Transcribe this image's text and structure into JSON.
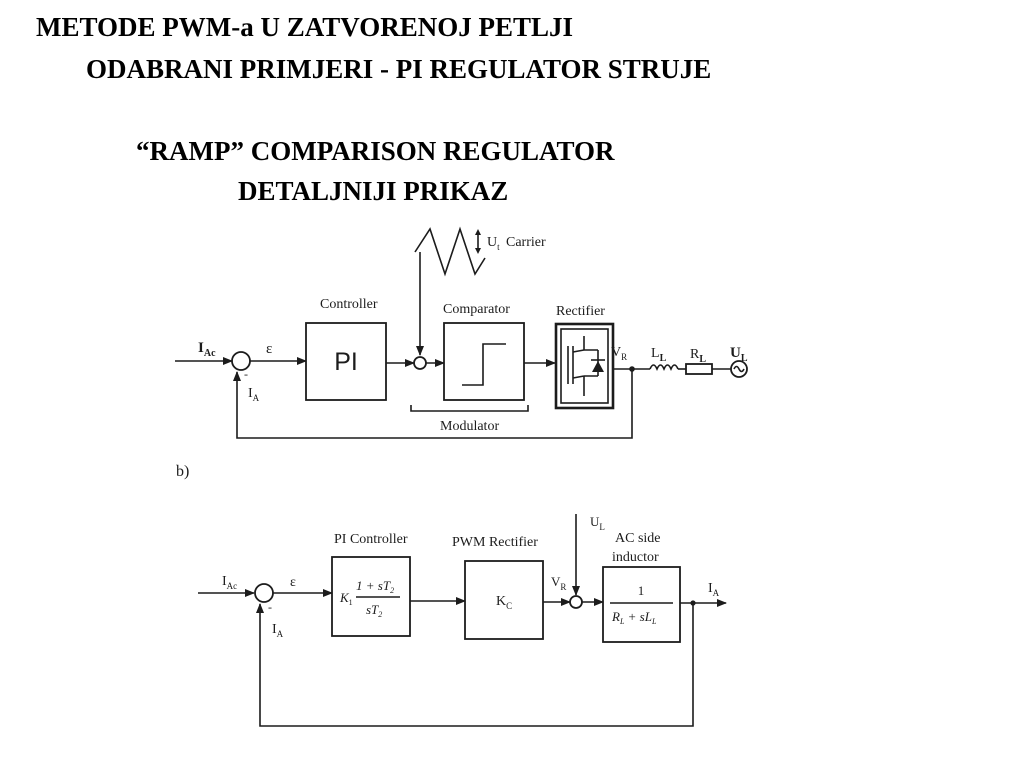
{
  "slide": {
    "title_line1": "METODE PWM-a U ZATVORENOJ PETLJI",
    "title_line2": "ODABRANI PRIMJERI - PI REGULATOR STRUJE",
    "subtitle_line1": "“RAMP” COMPARISON REGULATOR",
    "subtitle_line2": "DETALJNIJI PRIKAZ"
  },
  "diagram_a": {
    "carrier_label": "Carrier",
    "ut": {
      "base": "U",
      "sub": "t"
    },
    "controller_label": "Controller",
    "controller_block": "PI",
    "comparator_label": "Comparator",
    "rectifier_label": "Rectifier",
    "modulator_label": "Modulator",
    "iac": {
      "base": "I",
      "sub": "Ac"
    },
    "epsilon": "ε",
    "minus": "-",
    "ia": {
      "base": "I",
      "sub": "A"
    },
    "vr": {
      "base": "V",
      "sub": "R"
    },
    "ll": {
      "base": "L",
      "sub": "L"
    },
    "rl": {
      "base": "R",
      "sub": "L"
    },
    "ul": {
      "base": "U",
      "sub": "L"
    }
  },
  "diagram_b": {
    "panel_label": "b)",
    "pi_label": "PI Controller",
    "pwm_label": "PWM Rectifier",
    "ac_label_line1": "AC side",
    "ac_label_line2": "inductor",
    "iac": {
      "base": "I",
      "sub": "Ac"
    },
    "epsilon": "ε",
    "minus": "-",
    "ia_feedback": {
      "base": "I",
      "sub": "A"
    },
    "ia_output": {
      "base": "I",
      "sub": "A"
    },
    "ul": {
      "base": "U",
      "sub": "L"
    },
    "vr": {
      "base": "V",
      "sub": "R"
    },
    "pi_tf": {
      "k": "K",
      "k_sub": "1",
      "num": "1 + sT",
      "num_sub": "2",
      "den": "sT",
      "den_sub": "2"
    },
    "kc": {
      "base": "K",
      "sub": "C"
    },
    "inductor_tf": {
      "num": "1",
      "den_r": "R",
      "den_r_sub": "L",
      "den_mid": " + sL",
      "den_l_sub": "L"
    }
  }
}
